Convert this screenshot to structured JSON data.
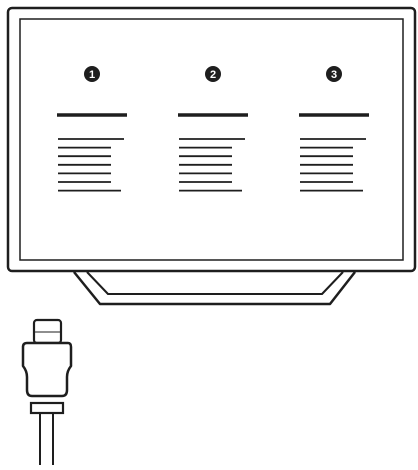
{
  "illustration": {
    "columns": [
      {
        "number": "1",
        "line_count": 7
      },
      {
        "number": "2",
        "line_count": 7
      },
      {
        "number": "3",
        "line_count": 7
      }
    ]
  },
  "colors": {
    "stroke": "#1e1e1e",
    "background": "#ffffff"
  },
  "icons": [
    "tv-monitor",
    "tv-stand",
    "hdmi-cable"
  ]
}
